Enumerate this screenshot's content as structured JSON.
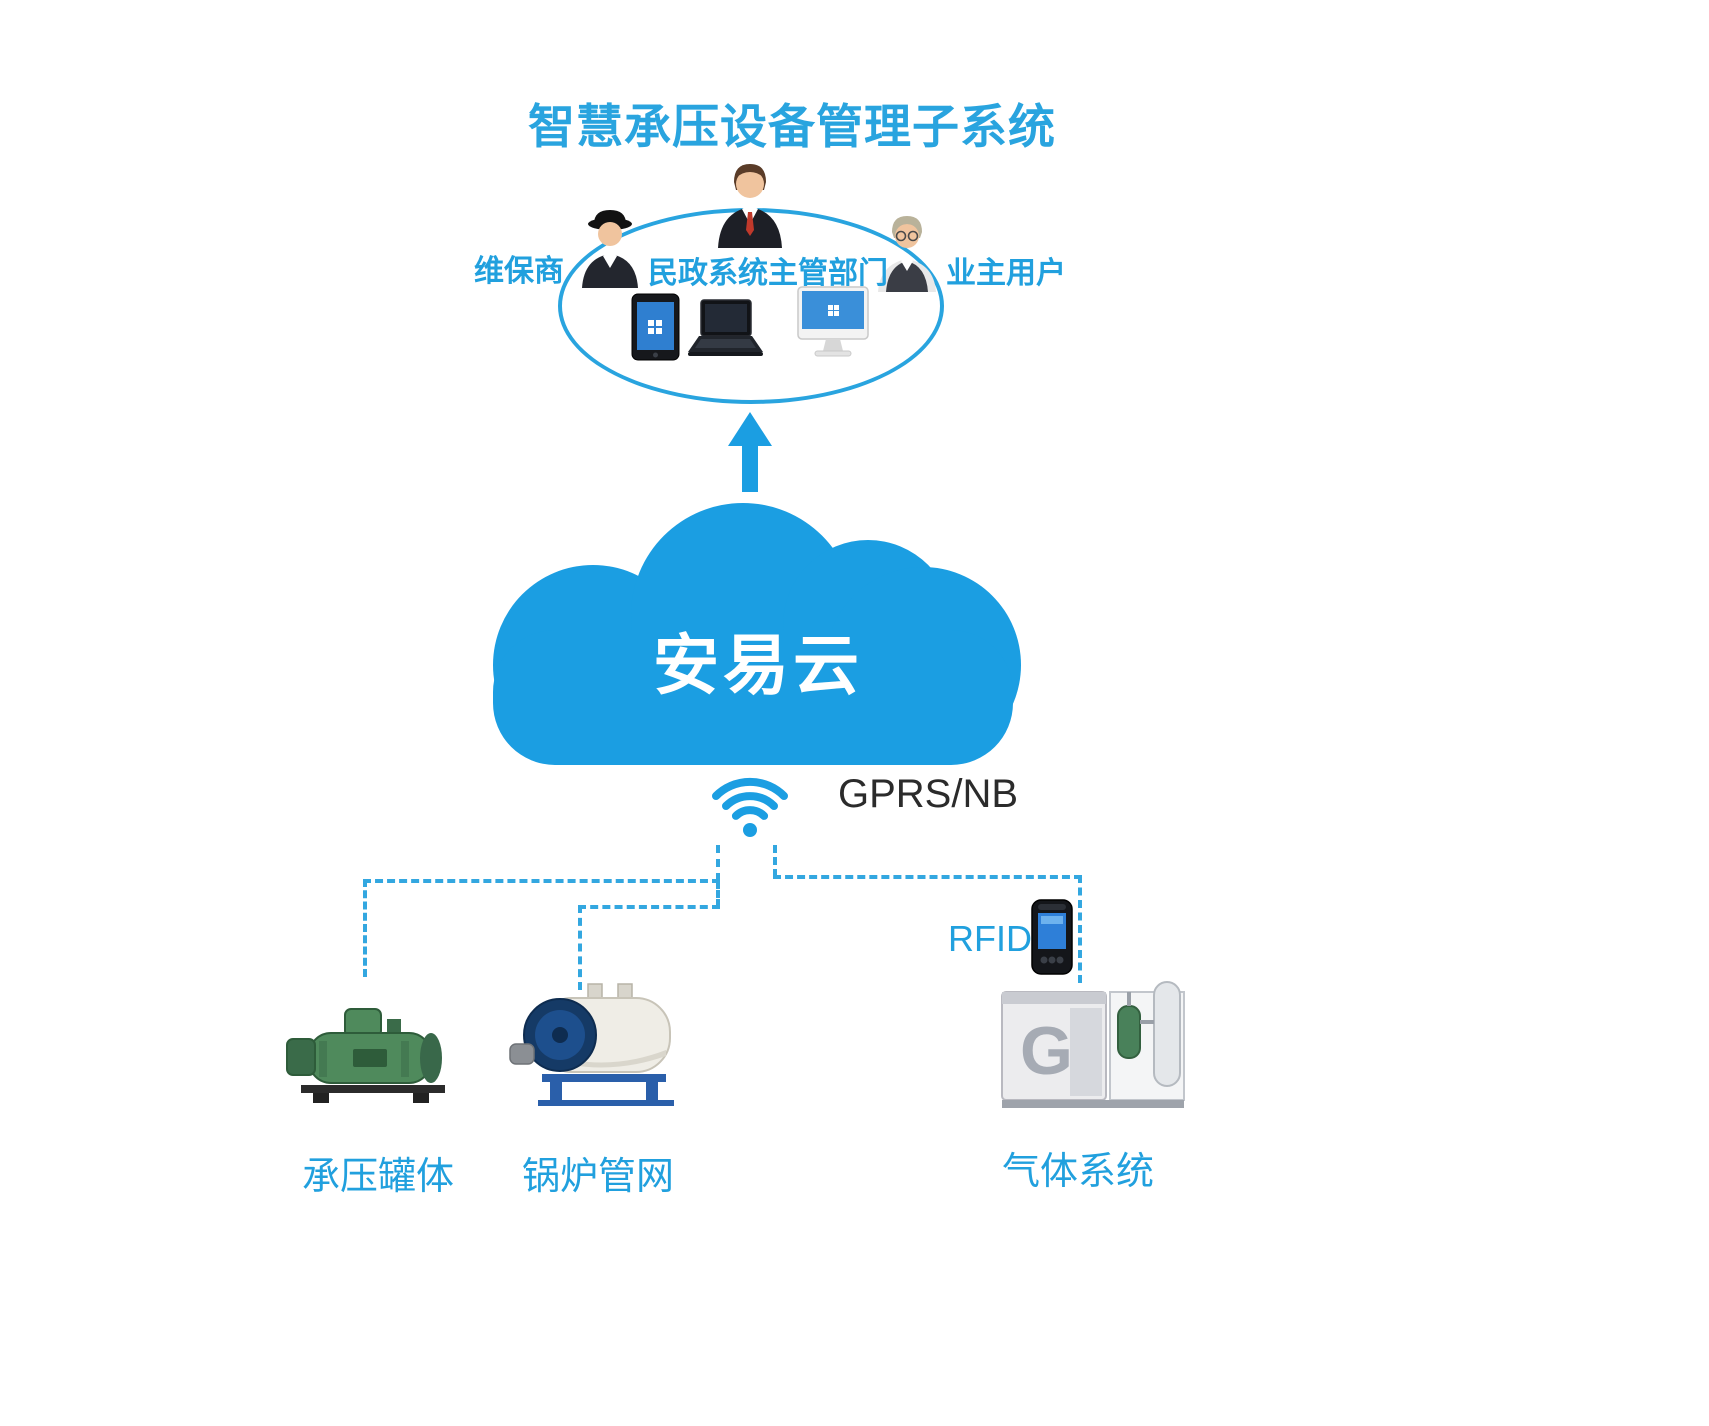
{
  "title": "智慧承压设备管理子系统",
  "actors": {
    "maintenance_label": "维保商",
    "authority_label": "民政系统主管部门",
    "owner_label": "业主用户"
  },
  "cloud": {
    "label": "安易云"
  },
  "network": {
    "protocol_label": "GPRS/NB",
    "rfid_label": "RFID"
  },
  "equipment": {
    "tank_label": "承压罐体",
    "boiler_label": "锅炉管网",
    "gas_label": "气体系统"
  },
  "colors": {
    "primary_blue": "#1b9ee2",
    "text_blue": "#21a0de",
    "dash_blue": "#33a7e0",
    "dark_text": "#2b2b2b"
  }
}
